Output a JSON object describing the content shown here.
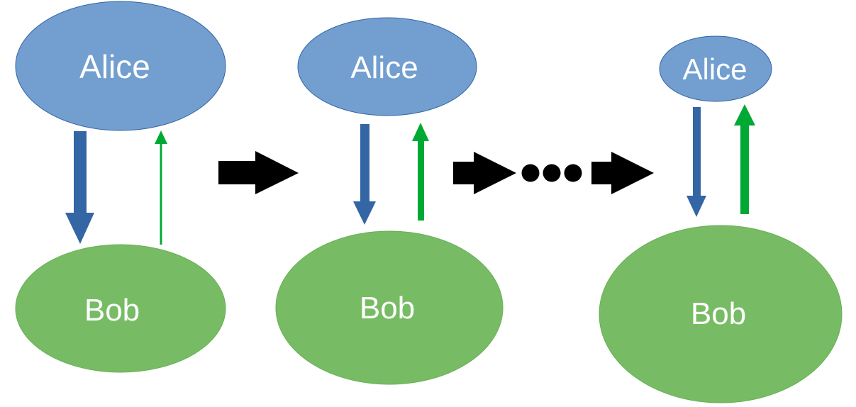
{
  "colors": {
    "alice_fill": "#729fcf",
    "alice_stroke": "#3465a4",
    "bob_fill": "#77bc65",
    "bob_stroke": "#66b054",
    "blue_arrow": "#3465a4",
    "green_arrow": "#00a933",
    "step_arrow": "#000000",
    "label_text": "#ffffff"
  },
  "stages": [
    {
      "alice_label": "Alice",
      "bob_label": "Bob"
    },
    {
      "alice_label": "Alice",
      "bob_label": "Bob"
    },
    {
      "alice_label": "Alice",
      "bob_label": "Bob"
    }
  ]
}
